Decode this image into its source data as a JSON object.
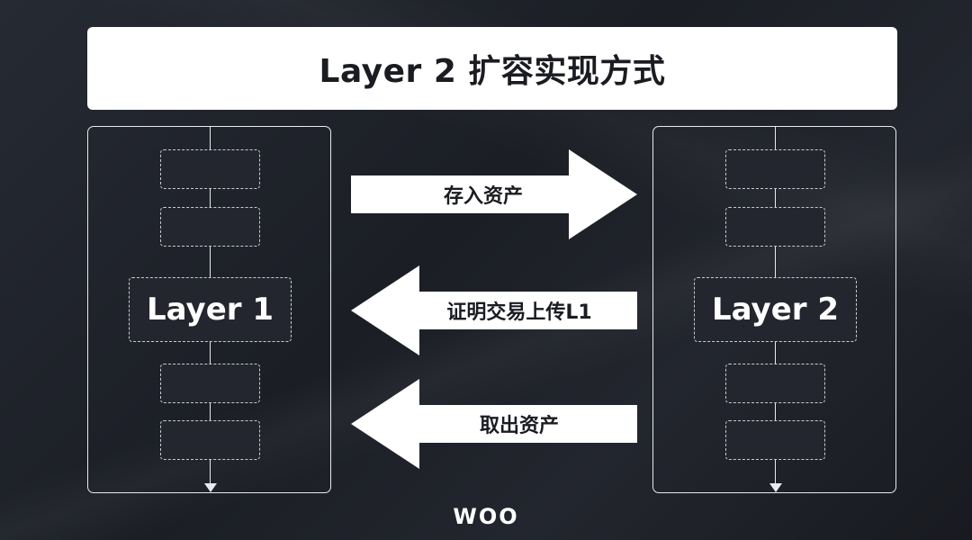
{
  "title": "Layer 2 扩容实现方式",
  "left_panel": {
    "label": "Layer 1"
  },
  "right_panel": {
    "label": "Layer 2"
  },
  "arrows": {
    "deposit": {
      "label": "存入资产",
      "direction": "right"
    },
    "proof": {
      "label": "证明交易上传L1",
      "direction": "left"
    },
    "withdraw": {
      "label": "取出资产",
      "direction": "left"
    }
  },
  "brand": {
    "logo": "WOO"
  },
  "colors": {
    "background": "#1f2229",
    "foreground": "#ffffff",
    "title_text": "#1a1c22"
  }
}
